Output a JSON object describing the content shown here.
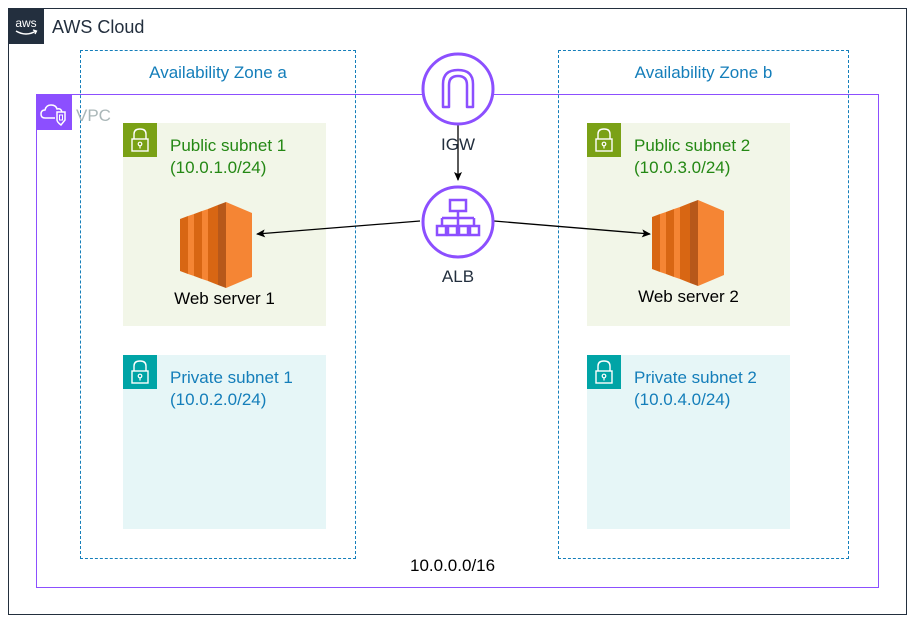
{
  "cloud": {
    "title": "AWS Cloud",
    "badge_icon": "aws-logo-icon"
  },
  "availability_zones": [
    {
      "label": "Availability Zone a"
    },
    {
      "label": "Availability Zone b"
    }
  ],
  "vpc": {
    "label": "VPC",
    "cidr": "10.0.0.0/16",
    "badge_icon": "vpc-cloud-icon"
  },
  "subnets": {
    "public": [
      {
        "name": "Public subnet 1",
        "cidr": "(10.0.1.0/24)",
        "server": "Web server 1"
      },
      {
        "name": "Public subnet 2",
        "cidr": "(10.0.3.0/24)",
        "server": "Web server 2"
      }
    ],
    "private": [
      {
        "name": "Private subnet 1",
        "cidr": "(10.0.2.0/24)"
      },
      {
        "name": "Private subnet 2",
        "cidr": "(10.0.4.0/24)"
      }
    ]
  },
  "services": {
    "igw": {
      "label": "IGW",
      "icon": "internet-gateway-icon"
    },
    "alb": {
      "label": "ALB",
      "icon": "load-balancer-icon"
    }
  },
  "connections": [
    {
      "from": "IGW",
      "to": "ALB"
    },
    {
      "from": "ALB",
      "to": "Web server 1"
    },
    {
      "from": "ALB",
      "to": "Web server 2"
    }
  ],
  "colors": {
    "cloud_border": "#232f3e",
    "az_border": "#147eba",
    "vpc": "#8c4fff",
    "public_subnet": "#7aa116",
    "private_subnet": "#00a4a6",
    "ec2": "#ed7100"
  }
}
